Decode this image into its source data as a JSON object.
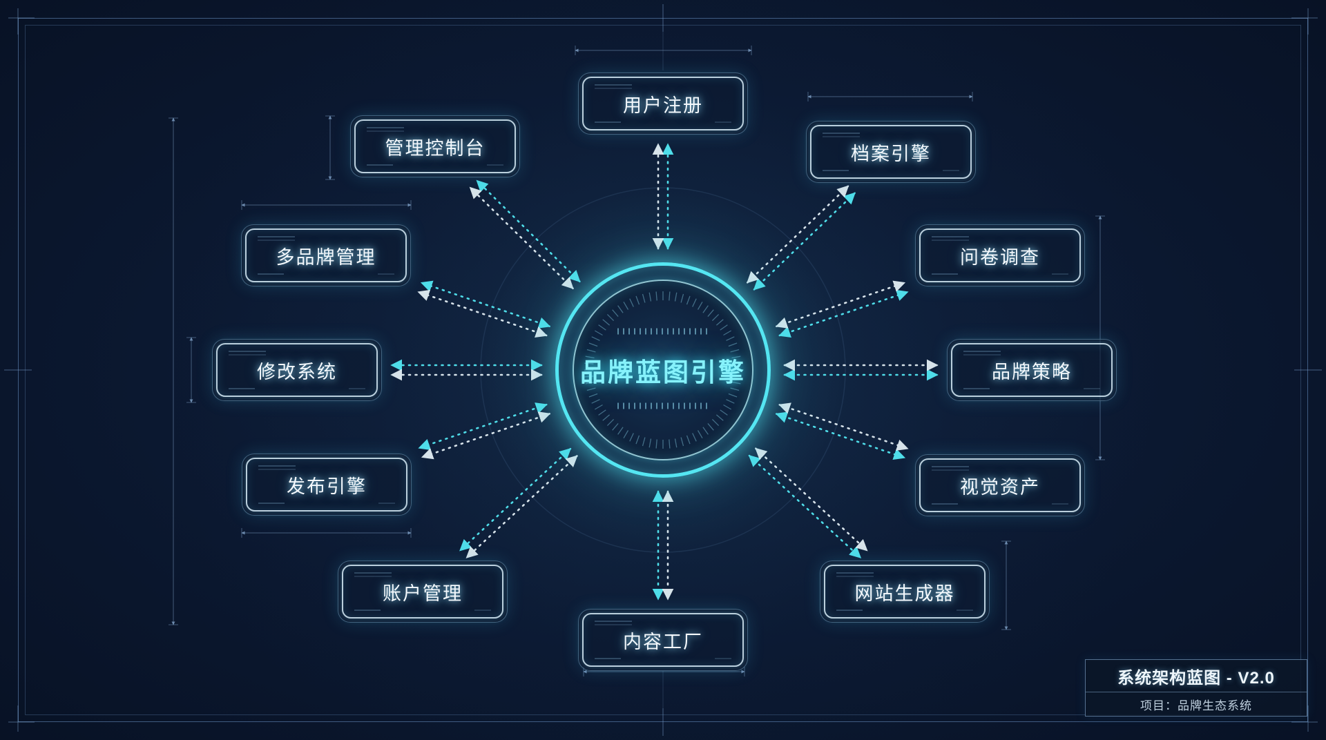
{
  "hub": {
    "label": "品牌蓝图引擎"
  },
  "nodes": [
    {
      "id": "user-registration",
      "label": "用户注册"
    },
    {
      "id": "admin-console",
      "label": "管理控制台"
    },
    {
      "id": "archive-engine",
      "label": "档案引擎"
    },
    {
      "id": "multi-brand-management",
      "label": "多品牌管理"
    },
    {
      "id": "survey",
      "label": "问卷调查"
    },
    {
      "id": "modification-system",
      "label": "修改系统"
    },
    {
      "id": "brand-strategy",
      "label": "品牌策略"
    },
    {
      "id": "publish-engine",
      "label": "发布引擎"
    },
    {
      "id": "visual-assets",
      "label": "视觉资产"
    },
    {
      "id": "account-management",
      "label": "账户管理"
    },
    {
      "id": "website-generator",
      "label": "网站生成器"
    },
    {
      "id": "content-factory",
      "label": "内容工厂"
    }
  ],
  "title_block": {
    "title": "系统架构蓝图 - V2.0",
    "project": "项目：品牌生态系统"
  },
  "colors": {
    "accent_cyan": "#55e6f2",
    "arrow_cyan": "#4fdde9",
    "arrow_white": "#e9f4f9",
    "background": "#0b1830"
  }
}
